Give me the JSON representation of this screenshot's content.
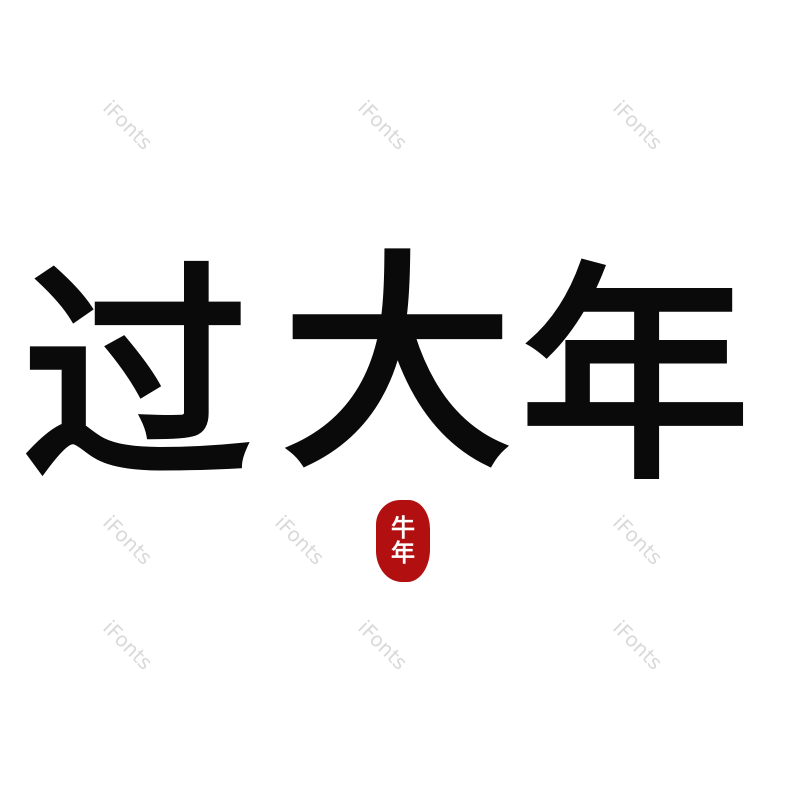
{
  "artwork": {
    "title_characters": [
      "过",
      "大",
      "年"
    ],
    "ink_color": "#0a0a0a"
  },
  "seal": {
    "characters": [
      "牛",
      "年"
    ],
    "color": "#b10f10"
  },
  "watermark": {
    "text": "iFonts",
    "color": "#d9d9d9"
  }
}
